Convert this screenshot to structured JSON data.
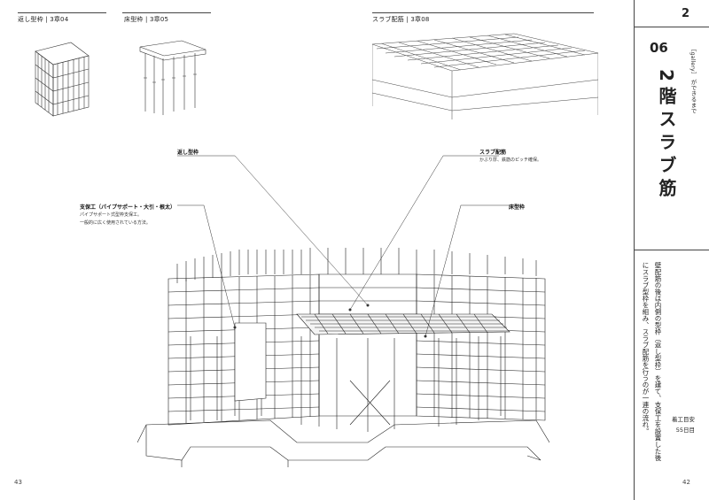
{
  "header": {
    "thumb1_label": "返し型枠 | 3章04",
    "thumb2_label": "床型枠 | 3章05",
    "thumb3_label": "スラブ配筋 | 3章08"
  },
  "callouts": {
    "kaeshi": {
      "title": "返し型枠"
    },
    "slab": {
      "title": "スラブ配筋",
      "desc": "かぶり厚、鉄筋のピッチ確保。"
    },
    "yuka": {
      "title": "床型枠"
    },
    "support": {
      "title": "支保工（パイプサポート・大引・根太）",
      "desc": [
        "パイプサポート式型枠支保工。",
        "一般的に広く使用されている方法。"
      ]
    }
  },
  "sidebar": {
    "chapter_top": "2",
    "section_number": "06",
    "tag": "［gallery］ ができるまで",
    "title": "2階スラブ筋",
    "body": "壁配筋の後は内側の型枠（返し型枠）を建て、支保工を設置した後にスラブ型枠を組み、スラブ配筋を行うのが一連の流れ。",
    "meta_label": "着工目安",
    "meta_value": "55日目"
  },
  "pages": {
    "left": "43",
    "right": "42"
  }
}
